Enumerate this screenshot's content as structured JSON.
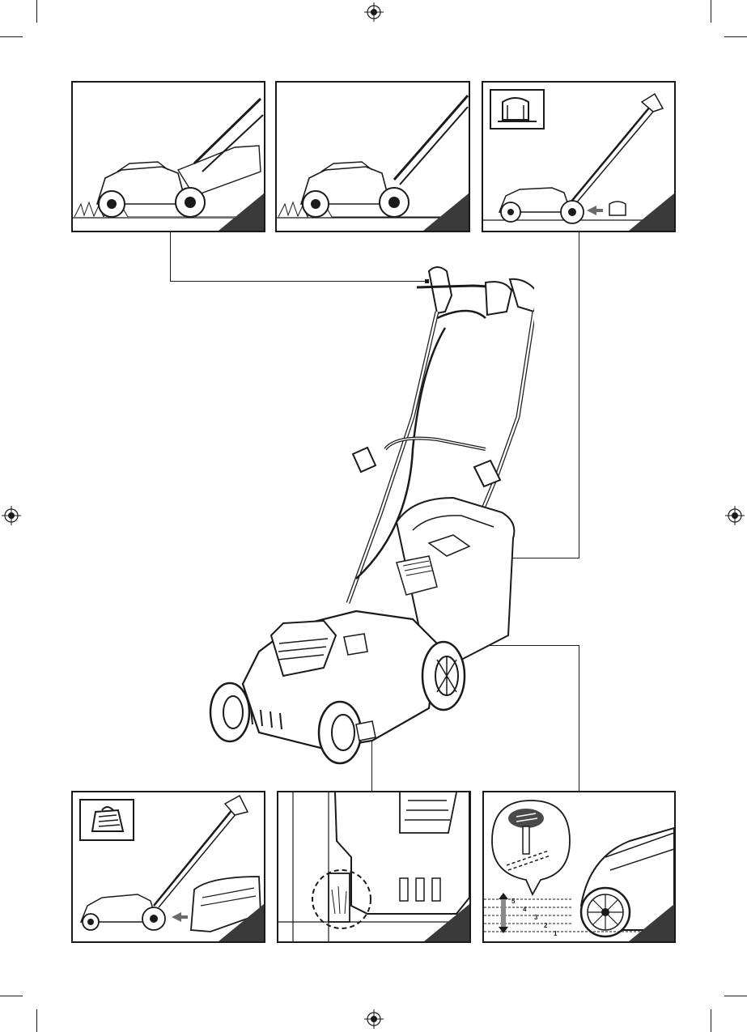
{
  "page": {
    "colors": {
      "ink": "#1a1a1a",
      "corner": "#3a3a3a",
      "fill": "#ffffff",
      "shade": "#6a6a6a"
    }
  },
  "icons": {
    "registration": "crosshair-registration-icon",
    "grass_box": "grass-box-icon",
    "battery": "battery-pack-icon",
    "direction": "arrow-left-icon"
  },
  "height_scale": {
    "levels": [
      "5",
      "4",
      "3",
      "2",
      "1"
    ]
  }
}
